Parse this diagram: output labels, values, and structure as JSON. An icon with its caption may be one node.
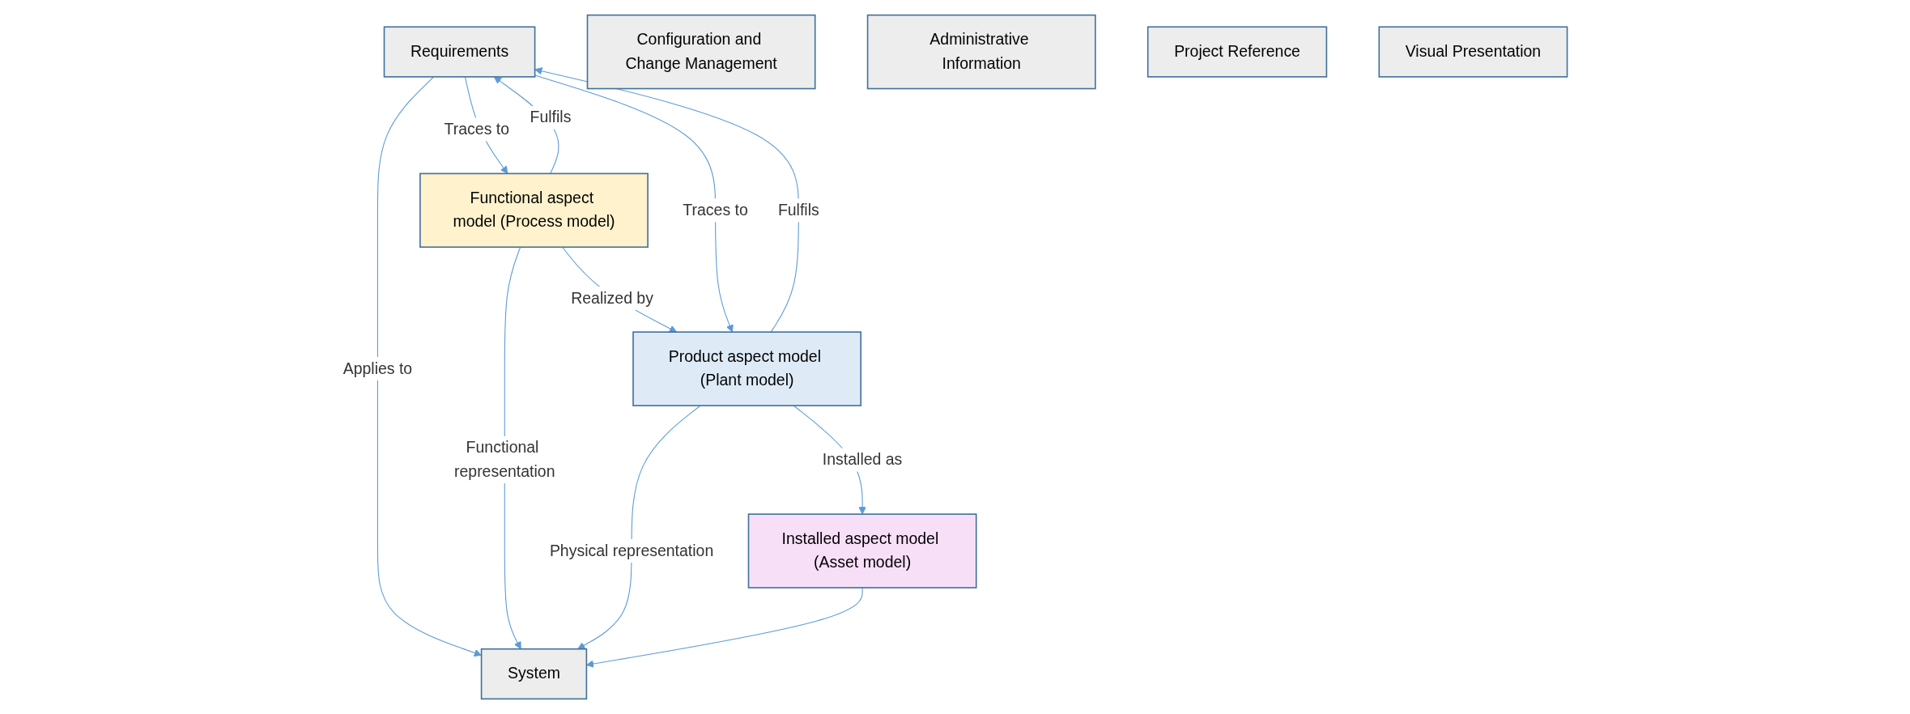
{
  "diagram": {
    "nodes": [
      {
        "text": [
          "System"
        ]
      },
      {
        "text": [
          "Requirements"
        ]
      },
      {
        "text": [
          "Functional aspect model (Process model)"
        ]
      },
      {
        "text": [
          "Product aspect model (Plant model)"
        ]
      },
      {
        "text": [
          "Installed aspect model (Asset model)"
        ]
      },
      {
        "text": [
          "Configuration and Change Management"
        ]
      },
      {
        "text": [
          "Administrative Information"
        ]
      },
      {
        "text": [
          "Project Reference"
        ]
      },
      {
        "text": [
          "Visual Presentation"
        ]
      }
    ],
    "edges": [
      {
        "from": 1,
        "to": 0,
        "arrow": "to",
        "label": "Applies to"
      },
      {
        "from": 2,
        "to": 0,
        "arrow": "to",
        "label": "Functional representation"
      },
      {
        "from": 3,
        "to": 0,
        "arrow": "to",
        "label": "Physical representation"
      },
      {
        "from": 4,
        "to": 0,
        "arrow": "to"
      },
      {
        "from": 2,
        "to": 1,
        "arrow": "to",
        "label": "Fulfils"
      },
      {
        "from": 2,
        "to": 3,
        "arrow": "to",
        "label": "Realized by"
      },
      {
        "from": 3,
        "to": 4,
        "arrow": "to",
        "label": "Installed as"
      },
      {
        "from": 1,
        "to": 2,
        "arrow": "to",
        "label": "Traces to"
      },
      {
        "from": 1,
        "to": 3,
        "arrow": "to",
        "label": "Traces to"
      },
      {
        "from": 3,
        "to": 1,
        "arrow": "to",
        "label": "Fulfils"
      }
    ]
  }
}
